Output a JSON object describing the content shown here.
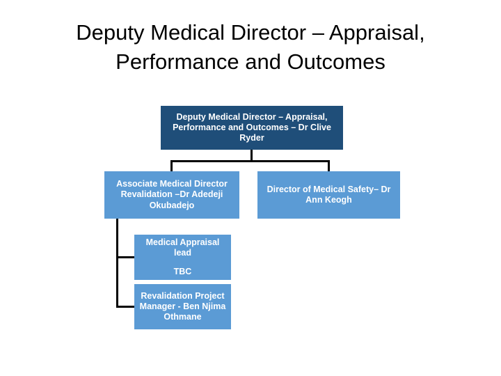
{
  "slide": {
    "title": "Deputy Medical Director – Appraisal, Performance and Outcomes",
    "background_color": "#FFFFFF",
    "title_color": "#000000"
  },
  "colors": {
    "root_box": "#1F4E79",
    "child_box": "#5B9BD5",
    "box_text": "#FFFFFF",
    "connector": "#000000"
  },
  "chart_data": {
    "type": "diagram",
    "subtype": "organization-chart",
    "title": "Deputy Medical Director – Appraisal, Performance and Outcomes",
    "nodes": [
      {
        "id": "root",
        "lines": [
          "Deputy Medical Director – Appraisal,",
          "Performance and Outcomes – Dr Clive",
          "Ryder"
        ],
        "fill": "#1F4E79",
        "level": 0
      },
      {
        "id": "associate-medical-director",
        "lines": [
          "Associate Medical Director",
          "Revalidation –Dr Adedeji",
          "Okubadejo"
        ],
        "fill": "#5B9BD5",
        "level": 1,
        "parent": "root"
      },
      {
        "id": "director-medical-safety",
        "lines": [
          "Director of Medical Safety– Dr",
          "Ann Keogh"
        ],
        "fill": "#5B9BD5",
        "level": 1,
        "parent": "root"
      },
      {
        "id": "medical-appraisal-lead",
        "lines": [
          "Medical Appraisal",
          "lead"
        ],
        "extra_line": "TBC",
        "fill": "#5B9BD5",
        "level": 2,
        "parent": "associate-medical-director"
      },
      {
        "id": "revalidation-project-manager",
        "lines": [
          "Revalidation Project",
          "Manager - Ben Njima",
          "Othmane"
        ],
        "fill": "#5B9BD5",
        "level": 2,
        "parent": "associate-medical-director"
      }
    ]
  },
  "boxes": {
    "root": {
      "line1": "Deputy Medical Director – Appraisal,",
      "line2": "Performance and Outcomes – Dr Clive",
      "line3": "Ryder"
    },
    "associate": {
      "line1": "Associate Medical Director",
      "line2": "Revalidation –Dr Adedeji",
      "line3": "Okubadejo"
    },
    "safety": {
      "line1": "Director of Medical Safety– Dr",
      "line2": "Ann Keogh"
    },
    "appraisal": {
      "line1": "Medical Appraisal",
      "line2": "lead",
      "line3": "TBC"
    },
    "revalidation": {
      "line1": "Revalidation Project",
      "line2": "Manager - Ben Njima",
      "line3": "Othmane"
    }
  }
}
